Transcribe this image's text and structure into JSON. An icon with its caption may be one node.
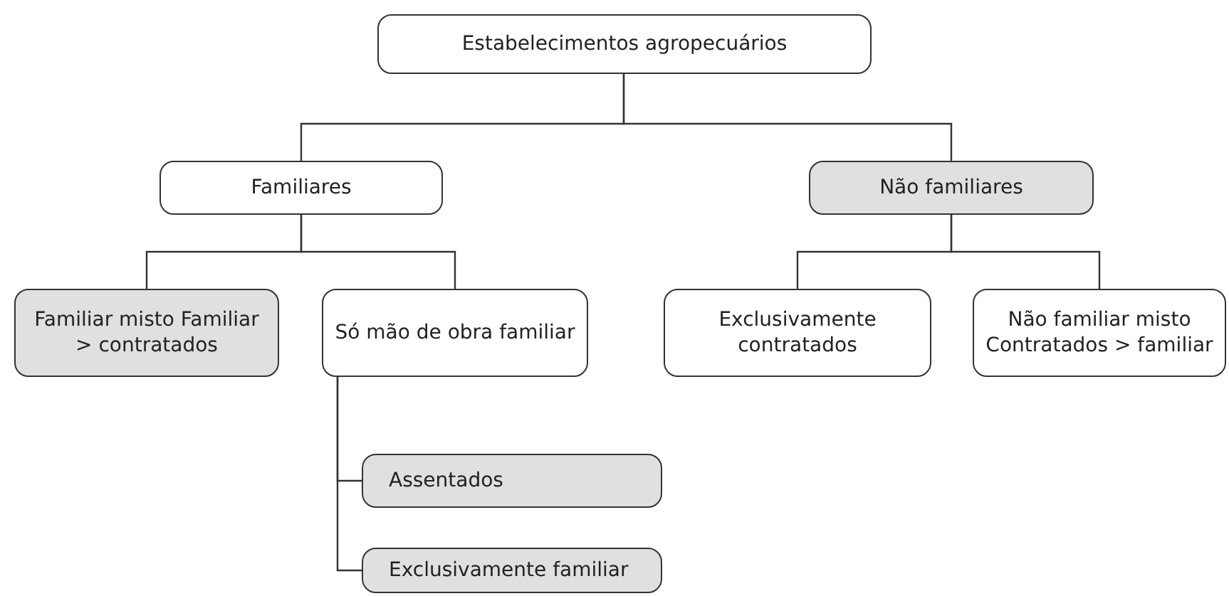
{
  "diagram": {
    "nodes": [
      {
        "text": [
          "Estabelecimentos agropecuários"
        ]
      },
      {
        "text": [
          "Familiares"
        ]
      },
      {
        "text": [
          "Não familiares"
        ]
      },
      {
        "text": [
          "Familiar misto Familiar > contratados"
        ]
      },
      {
        "text": [
          "Só mão de obra familiar"
        ]
      },
      {
        "text": [
          "Exclusivamente contratados"
        ]
      },
      {
        "text": [
          "Não familiar misto Contratados > familiar"
        ]
      },
      {
        "text": [
          "Assentados"
        ]
      },
      {
        "text": [
          "Exclusivamente familiar"
        ]
      }
    ],
    "edges": [
      {
        "from": 0,
        "to": 1,
        "arrow": "none"
      },
      {
        "from": 0,
        "to": 2,
        "arrow": "none"
      },
      {
        "from": 1,
        "to": 3,
        "arrow": "none"
      },
      {
        "from": 1,
        "to": 4,
        "arrow": "none"
      },
      {
        "from": 2,
        "to": 5,
        "arrow": "none"
      },
      {
        "from": 2,
        "to": 6,
        "arrow": "none"
      },
      {
        "from": 4,
        "to": 7,
        "arrow": "none"
      },
      {
        "from": 4,
        "to": 8,
        "arrow": "none"
      }
    ]
  }
}
